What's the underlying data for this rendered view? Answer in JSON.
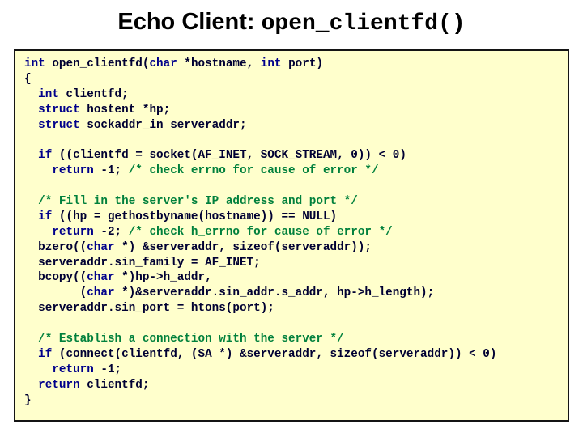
{
  "slide": {
    "title_plain": "Echo Client: ",
    "title_code": "open_clientfd()"
  },
  "colors": {
    "page_background": "#ffffff",
    "code_background": "#ffffcc",
    "code_border": "#141414",
    "keyword": "#00008b",
    "comment": "#00803c",
    "identifier": "#000033",
    "title": "#000000"
  },
  "code": {
    "language": "c",
    "lines": [
      {
        "n": 1,
        "text": "int open_clientfd(char *hostname, int port)"
      },
      {
        "n": 2,
        "text": "{"
      },
      {
        "n": 3,
        "text": "  int clientfd;"
      },
      {
        "n": 4,
        "text": "  struct hostent *hp;"
      },
      {
        "n": 5,
        "text": "  struct sockaddr_in serveraddr;"
      },
      {
        "n": 6,
        "text": ""
      },
      {
        "n": 7,
        "text": "  if ((clientfd = socket(AF_INET, SOCK_STREAM, 0)) < 0)"
      },
      {
        "n": 8,
        "text": "    return -1; /* check errno for cause of error */"
      },
      {
        "n": 9,
        "text": ""
      },
      {
        "n": 10,
        "text": "  /* Fill in the server's IP address and port */"
      },
      {
        "n": 11,
        "text": "  if ((hp = gethostbyname(hostname)) == NULL)"
      },
      {
        "n": 12,
        "text": "    return -2; /* check h_errno for cause of error */"
      },
      {
        "n": 13,
        "text": "  bzero((char *) &serveraddr, sizeof(serveraddr));"
      },
      {
        "n": 14,
        "text": "  serveraddr.sin_family = AF_INET;"
      },
      {
        "n": 15,
        "text": "  bcopy((char *)hp->h_addr,"
      },
      {
        "n": 16,
        "text": "        (char *)&serveraddr.sin_addr.s_addr, hp->h_length);"
      },
      {
        "n": 17,
        "text": "  serveraddr.sin_port = htons(port);"
      },
      {
        "n": 18,
        "text": ""
      },
      {
        "n": 19,
        "text": "  /* Establish a connection with the server */"
      },
      {
        "n": 20,
        "text": "  if (connect(clientfd, (SA *) &serveraddr, sizeof(serveraddr)) < 0)"
      },
      {
        "n": 21,
        "text": "    return -1;"
      },
      {
        "n": 22,
        "text": "  return clientfd;"
      },
      {
        "n": 23,
        "text": "}"
      }
    ],
    "tokens": [
      [
        {
          "t": "int",
          "c": "kw"
        },
        {
          "t": " open_clientfd(",
          "c": "id"
        },
        {
          "t": "char",
          "c": "kw"
        },
        {
          "t": " *hostname, ",
          "c": "id"
        },
        {
          "t": "int",
          "c": "kw"
        },
        {
          "t": " port)",
          "c": "id"
        }
      ],
      [
        {
          "t": "{",
          "c": "id"
        }
      ],
      [
        {
          "t": "  ",
          "c": "id"
        },
        {
          "t": "int",
          "c": "kw"
        },
        {
          "t": " clientfd;",
          "c": "id"
        }
      ],
      [
        {
          "t": "  ",
          "c": "id"
        },
        {
          "t": "struct",
          "c": "kw"
        },
        {
          "t": " hostent *hp;",
          "c": "id"
        }
      ],
      [
        {
          "t": "  ",
          "c": "id"
        },
        {
          "t": "struct",
          "c": "kw"
        },
        {
          "t": " sockaddr_in serveraddr;",
          "c": "id"
        }
      ],
      [
        {
          "t": "",
          "c": "id"
        }
      ],
      [
        {
          "t": "  ",
          "c": "id"
        },
        {
          "t": "if",
          "c": "kw"
        },
        {
          "t": " ((clientfd = socket(AF_INET, SOCK_STREAM, 0)) < 0)",
          "c": "id"
        }
      ],
      [
        {
          "t": "    ",
          "c": "id"
        },
        {
          "t": "return",
          "c": "kw"
        },
        {
          "t": " -1; ",
          "c": "id"
        },
        {
          "t": "/* check errno for cause of error */",
          "c": "cm"
        }
      ],
      [
        {
          "t": "",
          "c": "id"
        }
      ],
      [
        {
          "t": "  ",
          "c": "id"
        },
        {
          "t": "/* Fill in the server's IP address and port */",
          "c": "cm"
        }
      ],
      [
        {
          "t": "  ",
          "c": "id"
        },
        {
          "t": "if",
          "c": "kw"
        },
        {
          "t": " ((hp = gethostbyname(hostname)) == NULL)",
          "c": "id"
        }
      ],
      [
        {
          "t": "    ",
          "c": "id"
        },
        {
          "t": "return",
          "c": "kw"
        },
        {
          "t": " -2; ",
          "c": "id"
        },
        {
          "t": "/* check h_errno for cause of error */",
          "c": "cm"
        }
      ],
      [
        {
          "t": "  bzero((",
          "c": "id"
        },
        {
          "t": "char",
          "c": "kw"
        },
        {
          "t": " *) &serveraddr, sizeof(serveraddr));",
          "c": "id"
        }
      ],
      [
        {
          "t": "  serveraddr.sin_family = AF_INET;",
          "c": "id"
        }
      ],
      [
        {
          "t": "  bcopy((",
          "c": "id"
        },
        {
          "t": "char",
          "c": "kw"
        },
        {
          "t": " *)hp->h_addr,",
          "c": "id"
        }
      ],
      [
        {
          "t": "        (",
          "c": "id"
        },
        {
          "t": "char",
          "c": "kw"
        },
        {
          "t": " *)&serveraddr.sin_addr.s_addr, hp->h_length);",
          "c": "id"
        }
      ],
      [
        {
          "t": "  serveraddr.sin_port = htons(port);",
          "c": "id"
        }
      ],
      [
        {
          "t": "",
          "c": "id"
        }
      ],
      [
        {
          "t": "  ",
          "c": "id"
        },
        {
          "t": "/* Establish a connection with the server */",
          "c": "cm"
        }
      ],
      [
        {
          "t": "  ",
          "c": "id"
        },
        {
          "t": "if",
          "c": "kw"
        },
        {
          "t": " (connect(clientfd, (SA *) &serveraddr, sizeof(serveraddr)) < 0)",
          "c": "id"
        }
      ],
      [
        {
          "t": "    ",
          "c": "id"
        },
        {
          "t": "return",
          "c": "kw"
        },
        {
          "t": " -1;",
          "c": "id"
        }
      ],
      [
        {
          "t": "  ",
          "c": "id"
        },
        {
          "t": "return",
          "c": "kw"
        },
        {
          "t": " clientfd;",
          "c": "id"
        }
      ],
      [
        {
          "t": "}",
          "c": "id"
        }
      ]
    ]
  }
}
